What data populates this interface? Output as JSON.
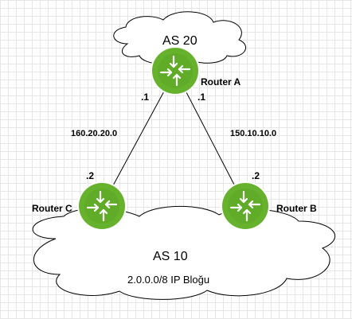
{
  "diagram": {
    "clouds": {
      "top": {
        "label": "AS 20"
      },
      "bottom": {
        "label": "AS 10",
        "sublabel": "2.0.0.0/8 IP Bloğu"
      }
    },
    "routers": {
      "a": {
        "label": "Router A"
      },
      "b": {
        "label": "Router B"
      },
      "c": {
        "label": "Router C"
      }
    },
    "links": {
      "a_c": {
        "network": "160.20.20.0",
        "end_a": ".1",
        "end_c": ".2"
      },
      "a_b": {
        "network": "150.10.10.0",
        "end_a": ".1",
        "end_b": ".2"
      }
    },
    "colors": {
      "router_fill": "#66b22d",
      "router_inner": "#5aa424",
      "router_border": "#ffffff",
      "cloud_fill": "#ffffff",
      "cloud_stroke": "#000000",
      "grid": "#e6e6e6"
    },
    "icons": {
      "router": "router-arrows-icon",
      "cloud": "cloud-shape"
    }
  }
}
